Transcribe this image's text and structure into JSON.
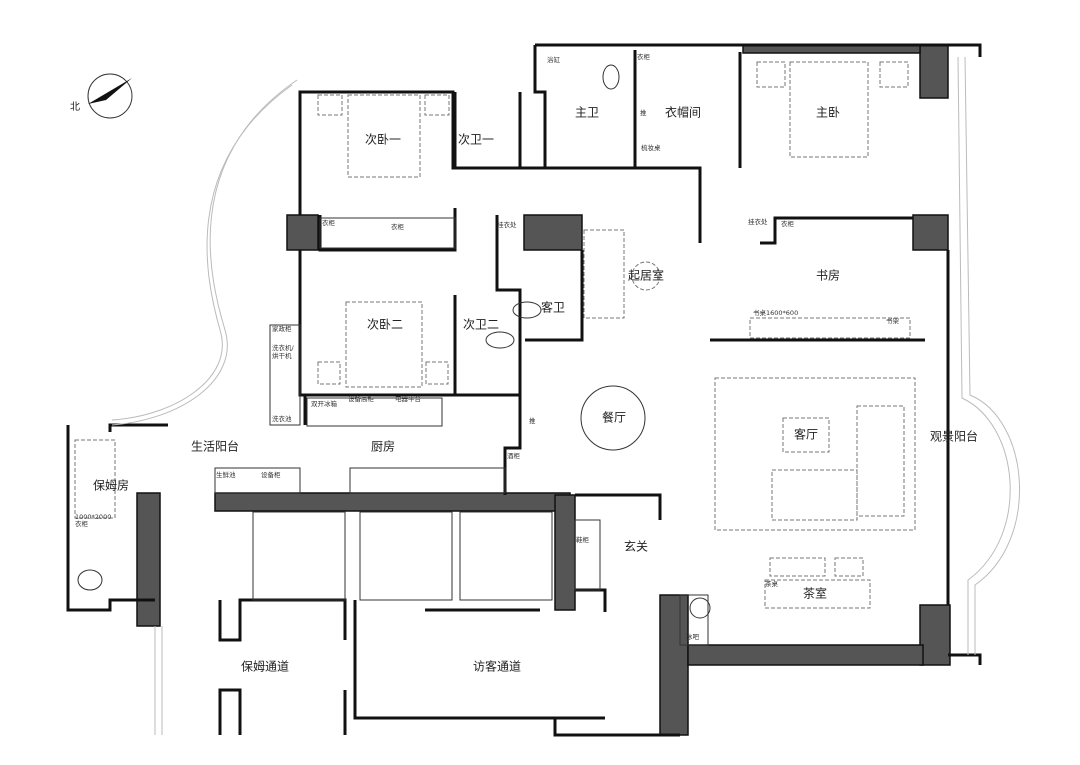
{
  "compass": {
    "north_label": "北"
  },
  "rooms": {
    "second_bedroom_1": "次卧一",
    "second_bath_1": "次卫一",
    "master_bath": "主卫",
    "walk_in_closet": "衣帽间",
    "master_bedroom": "主卧",
    "living_room_upper": "起居室",
    "study": "书房",
    "guest_bath": "客卫",
    "second_bedroom_2": "次卧二",
    "second_bath_2": "次卫二",
    "dining": "餐厅",
    "living_room": "客厅",
    "view_balcony": "观景阳台",
    "service_balcony": "生活阳台",
    "kitchen": "厨房",
    "nanny_room": "保姆房",
    "foyer": "玄关",
    "tea_room": "茶室",
    "nanny_passage": "保姆通道",
    "guest_passage": "访客通道"
  },
  "fixtures": {
    "bathtub": "浴缸",
    "closet_master": "衣柜",
    "push_door_1": "推",
    "vanity": "梳妆桌",
    "hanging_area_study": "挂衣处",
    "closet_study": "衣柜",
    "desk": "书桌1600*600",
    "bookshelf": "书架",
    "closet_b1_a": "衣柜",
    "closet_b1_b": "衣柜",
    "hanging_area_2": "挂衣处",
    "housekeeping_cabinet": "家政柜",
    "washer_line1": "洗衣机/",
    "washer_line2": "烘干机",
    "laundry_sink": "洗衣池",
    "fridge": "双开冰箱",
    "tall_cabinet": "设备高柜",
    "appliance_counter": "电器平台",
    "push_door_2": "推",
    "wine_cabinet": "酒柜",
    "fresh_sink": "生鲜池",
    "equipment_cabinet": "设备柜",
    "nanny_bed_size": "1000*2000",
    "nanny_closet": "衣柜",
    "shoe_cabinet": "鞋柜",
    "tea_table": "茶桌",
    "wine_bar": "冰吧"
  }
}
